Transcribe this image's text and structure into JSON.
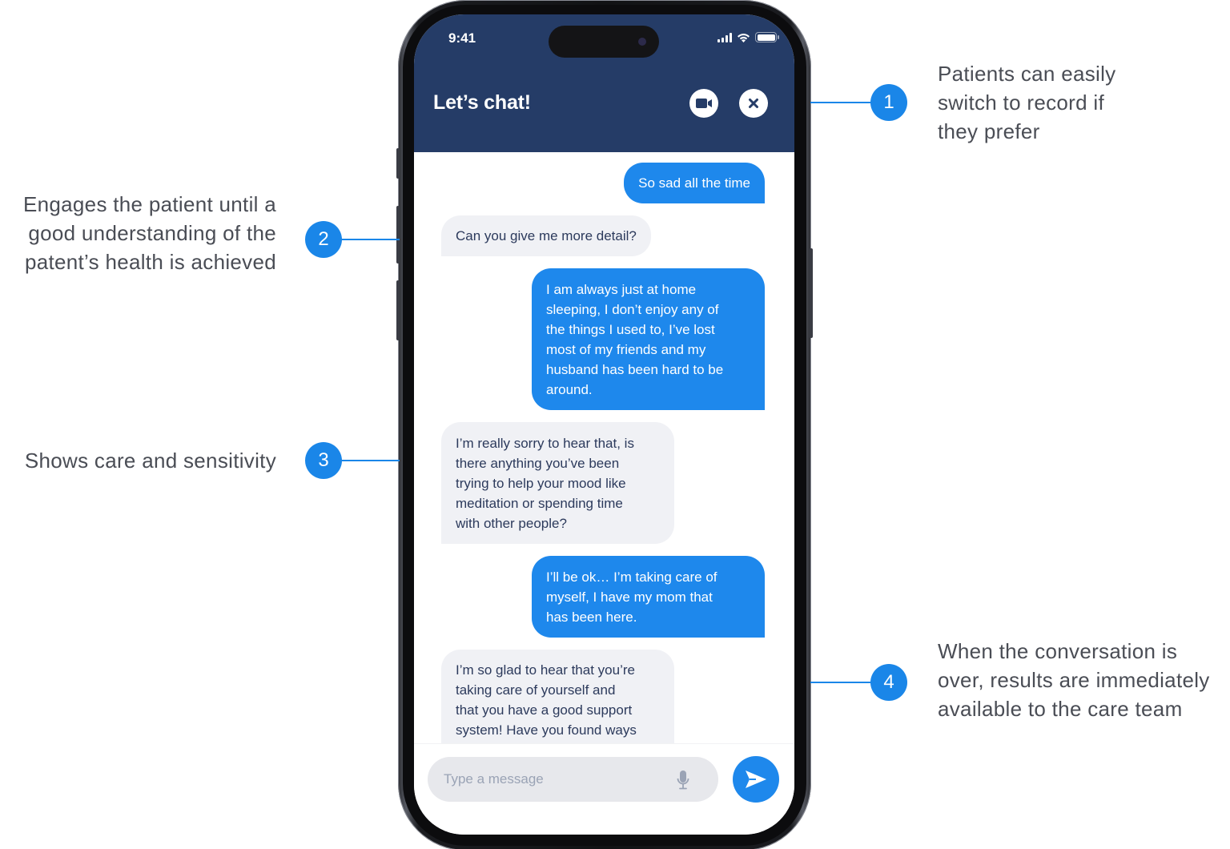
{
  "status_bar": {
    "time": "9:41",
    "signal_icon": "cellular-signal-icon",
    "wifi_icon": "wifi-icon",
    "battery_icon": "battery-icon"
  },
  "header": {
    "title": "Let’s chat!",
    "video_button_icon": "video-camera-icon",
    "close_button_icon": "close-icon",
    "background_color": "#253C67"
  },
  "messages": [
    {
      "sender": "user",
      "text": "So sad all the time"
    },
    {
      "sender": "bot",
      "text": "Can you give me more detail?"
    },
    {
      "sender": "user",
      "text": "I am always just at home\nsleeping, I don’t enjoy any of\nthe things I used to, I’ve lost\nmost of my friends and my\nhusband has been hard to be\naround."
    },
    {
      "sender": "bot",
      "text": "I’m really sorry to hear that, is\nthere anything you’ve been\ntrying to help your mood like\nmeditation or spending time\nwith other people?"
    },
    {
      "sender": "user",
      "text": "I’ll be ok… I’m taking care of\nmyself, I have my mom that\nhas been here."
    },
    {
      "sender": "bot",
      "text": "I’m so glad to hear that you’re\ntaking care of yourself and\nthat you have a good support\nsystem! Have you found ways"
    }
  ],
  "input": {
    "placeholder": "Type a message",
    "value": "",
    "mic_icon": "microphone-icon",
    "send_icon": "send-icon"
  },
  "colors": {
    "accent": "#1E88EC",
    "user_bubble": "#1E88EC",
    "bot_bubble": "#F0F1F5",
    "bot_text": "#2C3A5C",
    "annotation": "#1A86E8",
    "annotation_text": "#4A4D55"
  },
  "annotations": [
    {
      "number": "1",
      "text": "Patients can easily\nswitch to record if\nthey prefer"
    },
    {
      "number": "2",
      "text": "Engages the patient until a\ngood understanding of the\npatent’s health is achieved"
    },
    {
      "number": "3",
      "text": "Shows care and sensitivity"
    },
    {
      "number": "4",
      "text": "When the conversation is\nover, results are immediately\navailable to the care team"
    }
  ]
}
